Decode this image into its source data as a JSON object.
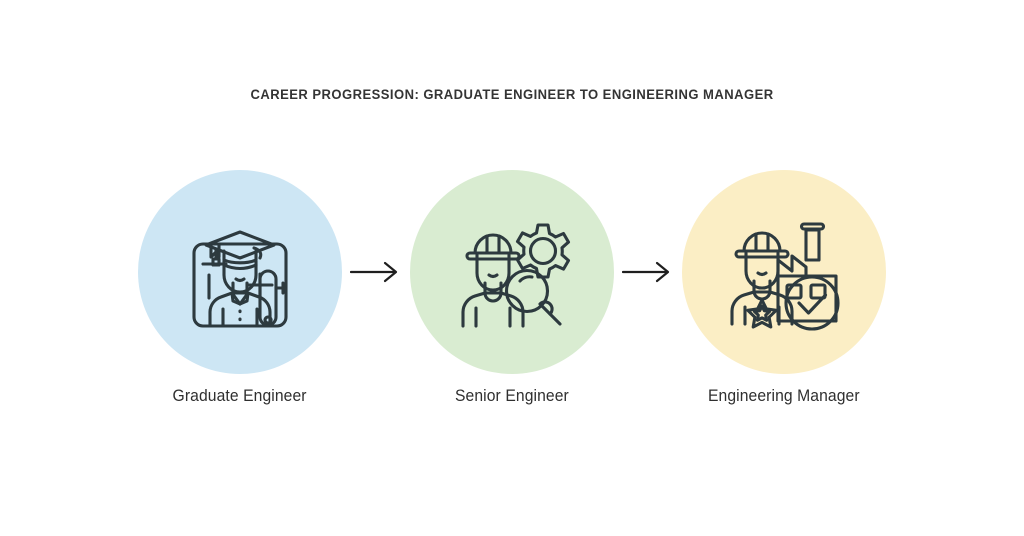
{
  "page": {
    "background": "#ffffff",
    "title": "CAREER PROGRESSION: GRADUATE ENGINEER TO ENGINEERING MANAGER",
    "title_color": "#343434",
    "label_color": "#2f2f2f",
    "icon_stroke_color": "#2d3a3f"
  },
  "stages": [
    {
      "label": "Graduate Engineer",
      "circle_color": "#cde6f4",
      "icon_name": "graduate-engineer-icon",
      "icon_parts": [
        "mortarboard-cap",
        "tassel",
        "graduate-person",
        "blueprint-board",
        "rolled-diploma"
      ]
    },
    {
      "label": "Senior Engineer",
      "circle_color": "#d9ecd1",
      "icon_name": "senior-engineer-icon",
      "icon_parts": [
        "hard-hat",
        "engineer-person",
        "gear",
        "magnifying-glass"
      ]
    },
    {
      "label": "Engineering Manager",
      "circle_color": "#fbeec5",
      "icon_name": "engineering-manager-icon",
      "icon_parts": [
        "hard-hat",
        "manager-person",
        "star-badge",
        "factory",
        "check-circle"
      ]
    }
  ],
  "connectors": [
    {
      "icon_name": "arrow-right-icon",
      "color": "#1f1f1f"
    },
    {
      "icon_name": "arrow-right-icon",
      "color": "#1f1f1f"
    }
  ]
}
